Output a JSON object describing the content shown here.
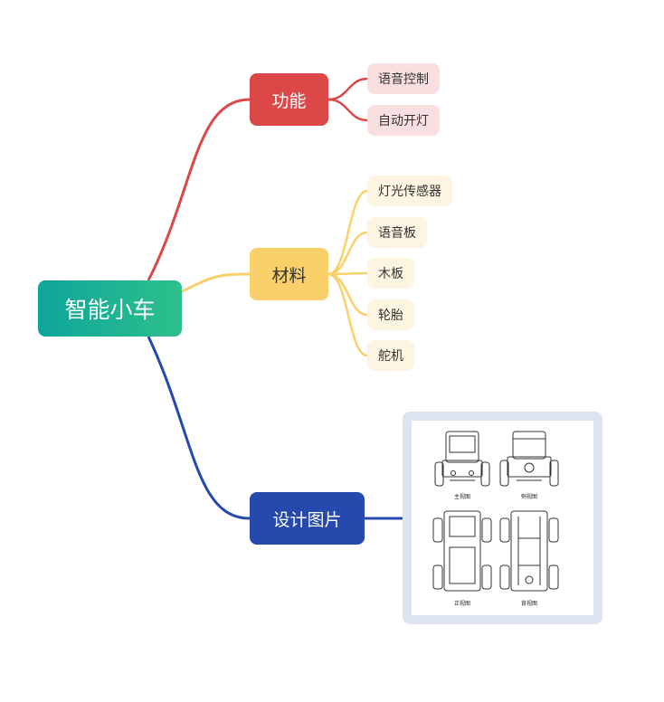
{
  "mindmap": {
    "root": {
      "label": "智能小车"
    },
    "branches": {
      "function": {
        "label": "功能",
        "color": "#dc4848",
        "items": [
          "语音控制",
          "自动开灯"
        ]
      },
      "materials": {
        "label": "材料",
        "color": "#f9d06a",
        "items": [
          "灯光传感器",
          "语音板",
          "木板",
          "轮胎",
          "舵机"
        ]
      },
      "design_images": {
        "label": "设计图片",
        "color": "#2549ad",
        "image": {
          "captions": [
            "主视图",
            "侧视图",
            "正视图",
            "背视图"
          ]
        }
      }
    }
  }
}
